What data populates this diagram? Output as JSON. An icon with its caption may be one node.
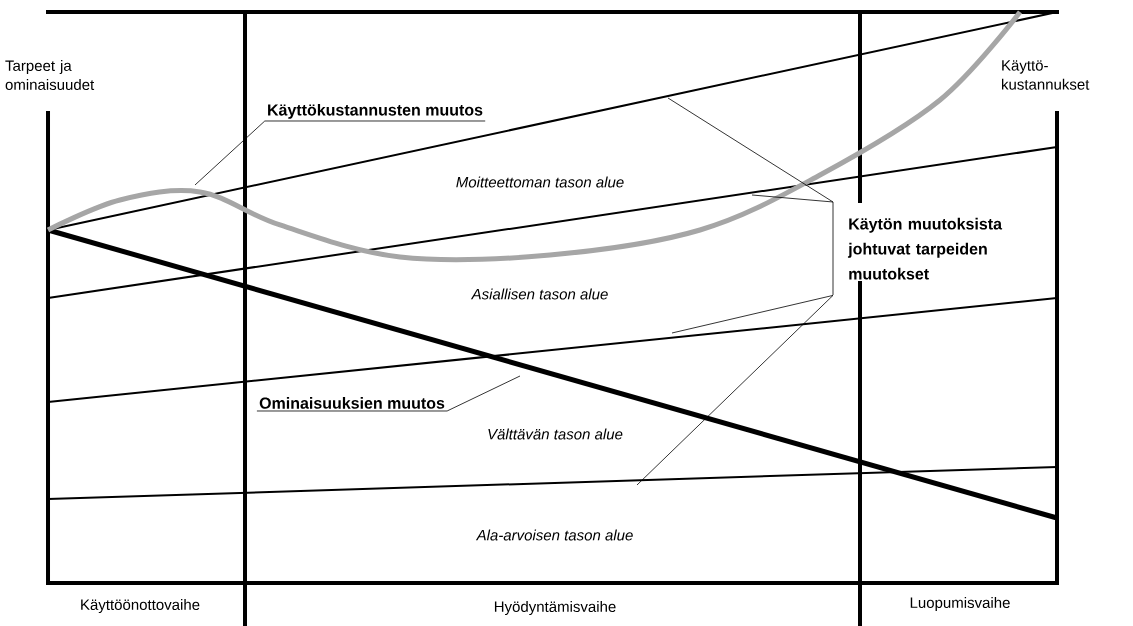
{
  "diagram": {
    "nodes": [
      {
        "text": [
          "Käyttökustannusten muutos"
        ]
      },
      {
        "text": [
          "Ominaisuuksien muutos"
        ]
      },
      {
        "text": [
          "Käytön muutoksista johtuvat tarpeiden muutokset"
        ]
      }
    ],
    "edges": [
      {
        "from": 0,
        "to": null,
        "arrow": "none"
      },
      {
        "from": 1,
        "to": null,
        "arrow": "none"
      },
      {
        "from": 2,
        "to": null,
        "arrow": "none"
      },
      {
        "from": 2,
        "to": null,
        "arrow": "none"
      },
      {
        "from": 2,
        "to": null,
        "arrow": "none"
      },
      {
        "from": 2,
        "to": null,
        "arrow": "none"
      }
    ],
    "labels": [
      "Tarpeet ja ominaisuudet",
      "Käyttö- kustannukset",
      "Moitteettoman tason alue",
      "Asiallisen tason alue",
      "Välttävän tason alue",
      "Ala-arvoisen tason alue",
      "Käyttöönottovaihe",
      "Hyödyntämisvaihe",
      "Luopumisvaihe"
    ]
  }
}
